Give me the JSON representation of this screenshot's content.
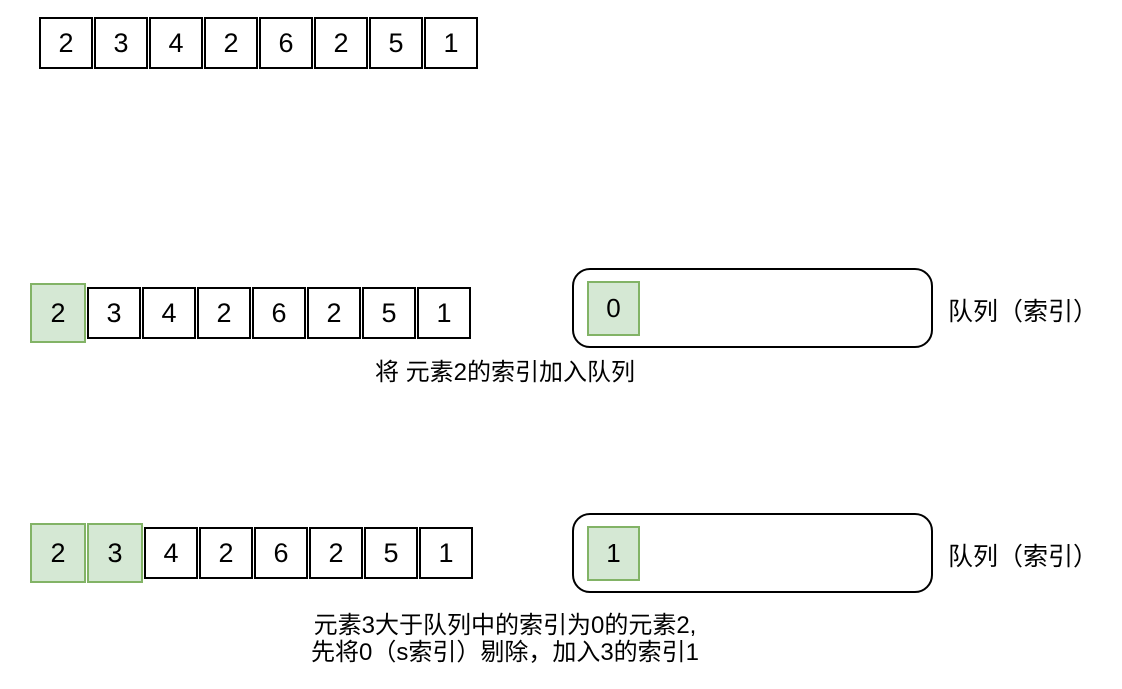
{
  "colors": {
    "highlight_fill": "#d5e8d4",
    "highlight_border": "#82b366",
    "box_border": "#000000",
    "background": "#ffffff"
  },
  "rows": [
    {
      "name": "initial-array",
      "values": [
        "2",
        "3",
        "4",
        "2",
        "6",
        "2",
        "5",
        "1"
      ],
      "highlighted": 0
    },
    {
      "name": "step-1",
      "values": [
        "2",
        "3",
        "4",
        "2",
        "6",
        "2",
        "5",
        "1"
      ],
      "highlighted": 1,
      "queue": [
        "0"
      ],
      "queue_label": "队列（索引）",
      "caption_lines": [
        "将 元素2的索引加入队列"
      ]
    },
    {
      "name": "step-2",
      "values": [
        "2",
        "3",
        "4",
        "2",
        "6",
        "2",
        "5",
        "1"
      ],
      "highlighted": 2,
      "queue": [
        "1"
      ],
      "queue_label": "队列（索引）",
      "caption_lines": [
        "元素3大于队列中的索引为0的元素2,",
        "先将0（s索引）剔除，加入3的索引1"
      ]
    }
  ]
}
